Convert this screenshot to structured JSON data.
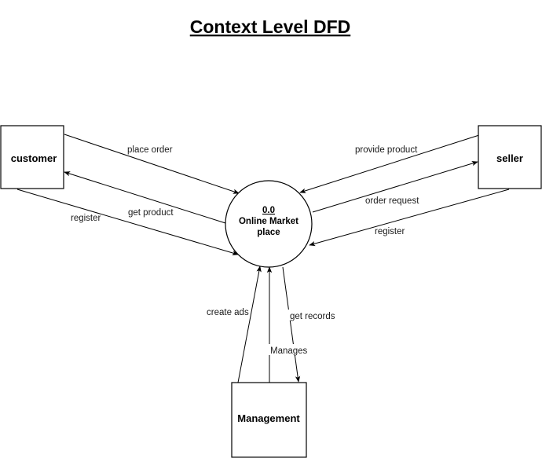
{
  "title": "Context Level DFD",
  "process": {
    "id": "0.0",
    "name_line1": "Online Market",
    "name_line2": "place"
  },
  "entities": {
    "customer": "customer",
    "seller": "seller",
    "management": "Management"
  },
  "flows": {
    "place_order": "place order",
    "get_product": "get product",
    "customer_register": "register",
    "provide_product": "provide product",
    "order_request": "order request",
    "seller_register": "register",
    "create_ads": "create ads",
    "get_records": "get records",
    "manages": "Manages"
  }
}
